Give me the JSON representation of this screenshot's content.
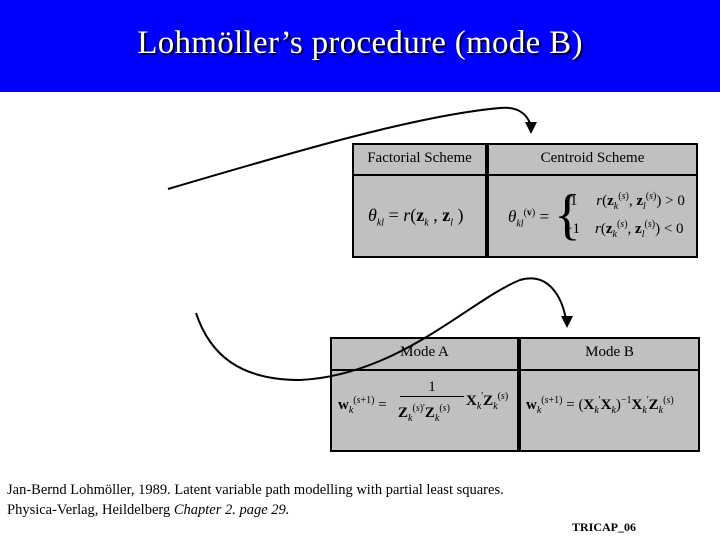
{
  "slide": {
    "title": "Lohmöller’s procedure (mode B)",
    "table1": {
      "col1_header": "Factorial Scheme",
      "col2_header": "Centroid  Scheme",
      "factorial_formula": "θkl = r(zk , zl )",
      "centroid_lhs": "θkl(v) =",
      "centroid_case1_value": "1",
      "centroid_case1_cond": "r(zk(s), zl(s)) > 0",
      "centroid_case2_value": "−1",
      "centroid_case2_cond": "r(zk(s), zl(s)) < 0"
    },
    "table2": {
      "col1_header": "Mode A",
      "col2_header": "Mode B",
      "modeA_formula": "wk(s+1) = 1 / (Zk(s)' Zk(s)) · Xk' Zk(s)",
      "modeB_formula": "wk(s+1) = (Xk' Xk)−1 Xk' Zk(s)"
    },
    "citation_line1": "Jan-Bernd Lohmöller, 1989. Latent variable path modelling with partial least squares.",
    "citation_line2_prefix": "Physica-Verlag, Heildelberg ",
    "citation_line2_italic": "Chapter  2.  page 29.",
    "slide_code": "TRICAP_06"
  }
}
